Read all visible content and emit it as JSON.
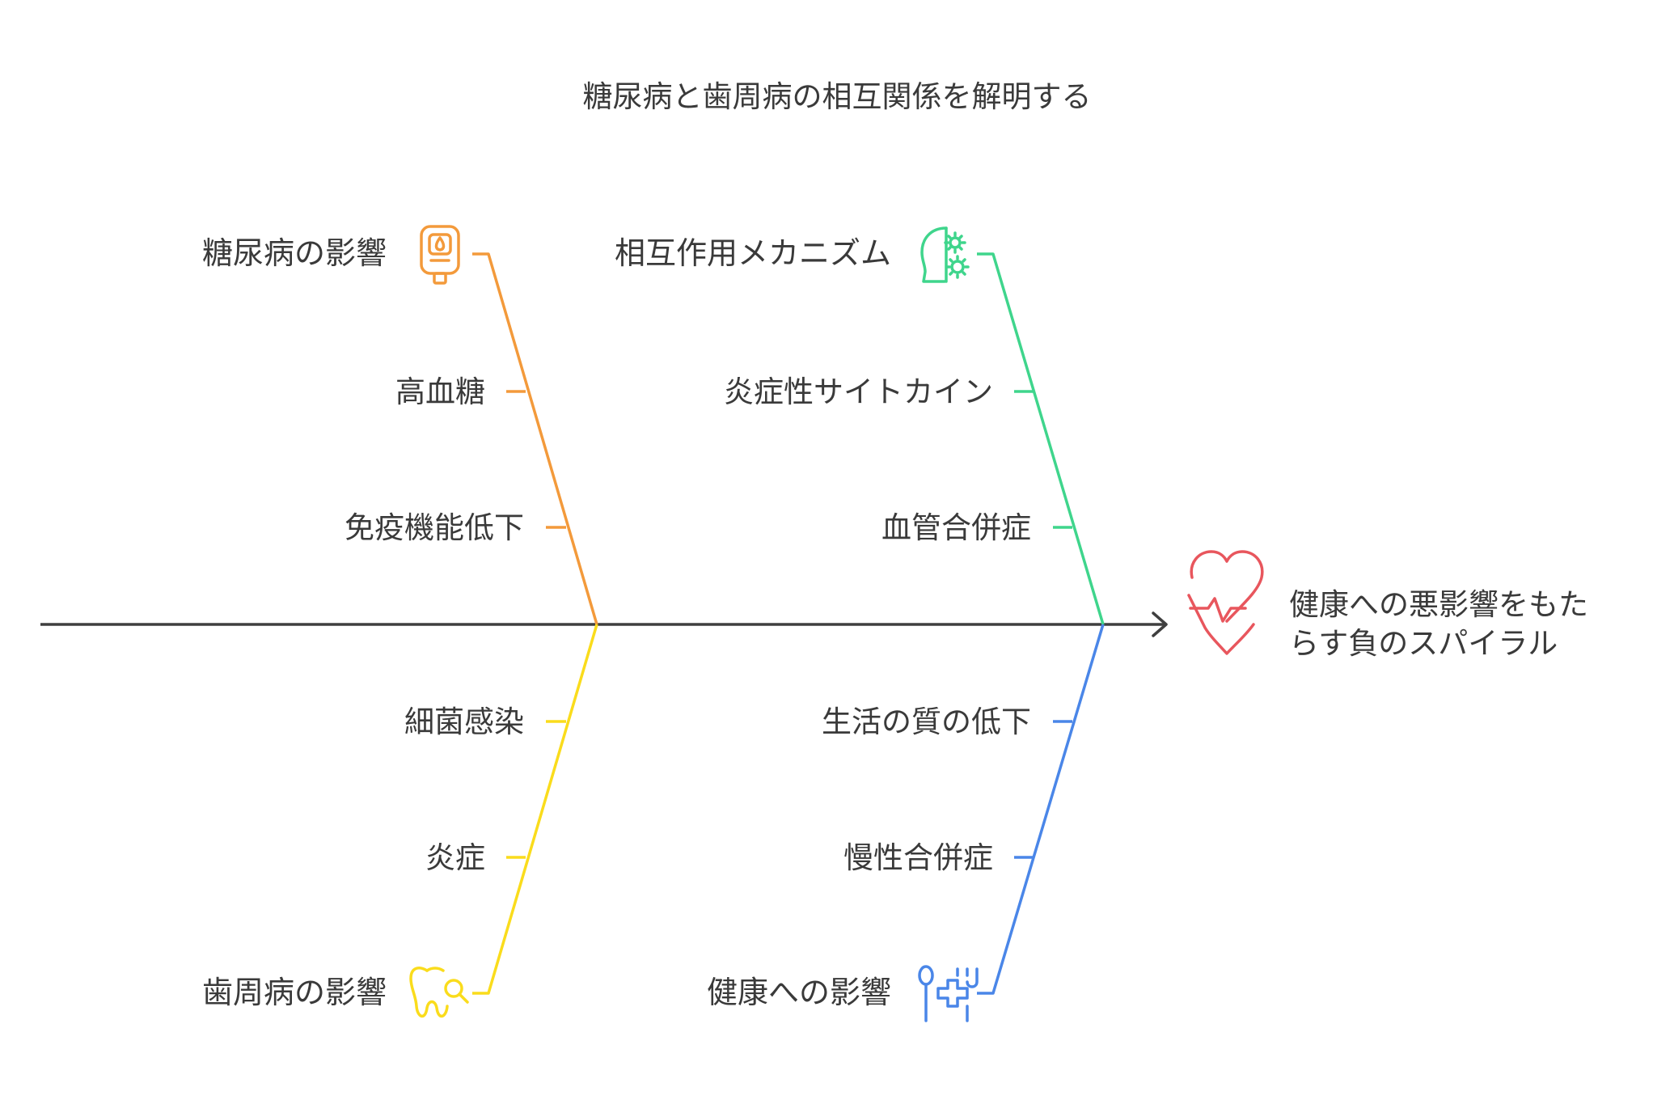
{
  "title": "糖尿病と歯周病の相互関係を解明する",
  "outcome": {
    "line1": "健康への悪影響をもた",
    "line2": "らす負のスパイラル",
    "icon": "heart-pulse-icon",
    "color": "#e8565d"
  },
  "categories": [
    {
      "key": "diabetes",
      "label": "糖尿病の影響",
      "color": "#f39a3b",
      "icon": "glucose-meter-icon",
      "causes": [
        "高血糖",
        "免疫機能低下"
      ]
    },
    {
      "key": "mechanism",
      "label": "相互作用メカニズム",
      "color": "#3fd58c",
      "icon": "head-gears-icon",
      "causes": [
        "炎症性サイトカイン",
        "血管合併症"
      ]
    },
    {
      "key": "periodontal",
      "label": "歯周病の影響",
      "color": "#fadc1c",
      "icon": "tooth-search-icon",
      "causes": [
        "細菌感染",
        "炎症"
      ]
    },
    {
      "key": "health",
      "label": "健康への影響",
      "color": "#4a86e8",
      "icon": "medical-tools-icon",
      "causes": [
        "生活の質の低下",
        "慢性合併症"
      ]
    }
  ],
  "spine_color": "#3f3f3f"
}
